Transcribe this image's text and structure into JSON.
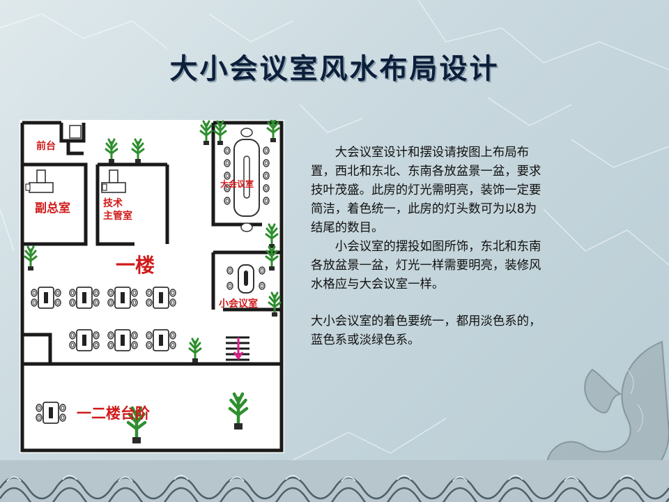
{
  "title": "大小会议室风水布局设计",
  "plan": {
    "labels": {
      "reception": "前台",
      "deputy_office": "副总室",
      "tech_line1": "技术",
      "tech_line2": "主管室",
      "floor": "一楼",
      "big_room": "大会议室",
      "small_room": "小会议室",
      "stairs": "一二楼台阶"
    }
  },
  "text": {
    "p1": "大会议室设计和摆设请按图上布局布置，西北和东北、东南各放盆景一盆，要求技叶茂盛。此房的灯光需明亮，装饰一定要简洁，着色统一，此房的灯头数可为以8为结尾的数目。",
    "p2": "小会议室的摆投如图所饰，东北和东南各放盆景一盆，灯光一样需要明亮，装修风水格应与大会议室一样。",
    "p3": "大小会议室的着色要统一，都用淡色系的，蓝色系或淡绿色系。"
  },
  "colors": {
    "label_red": "#d01a1a",
    "wall": "#1a1a1a",
    "plant": "#2f8f2f",
    "title": "#0c1e3a",
    "stair_arrow": "#e0208c"
  }
}
